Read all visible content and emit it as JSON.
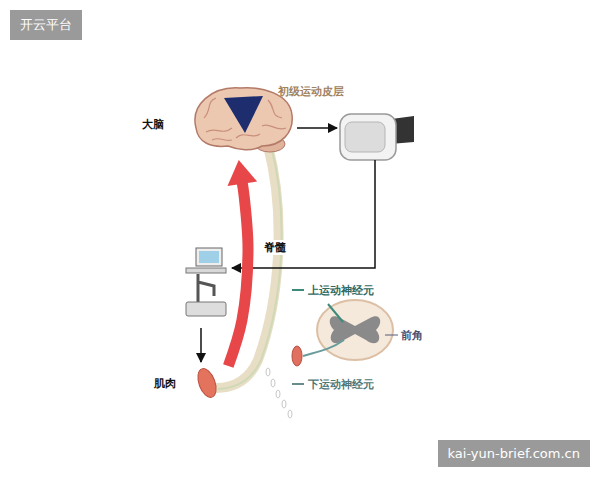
{
  "diagram": {
    "nodes": [
      {
        "text": [
          "大脑"
        ]
      },
      {
        "text": [
          "肌肉"
        ]
      }
    ],
    "edges": [
      {
        "from": 1,
        "to": 0,
        "arrow": "to"
      }
    ],
    "labels": [
      "初级运动皮层",
      "脊髓",
      "上运动神经元",
      "前角",
      "下运动神经元",
      "开云平台",
      "kai-yun-brief.com.cn"
    ]
  }
}
